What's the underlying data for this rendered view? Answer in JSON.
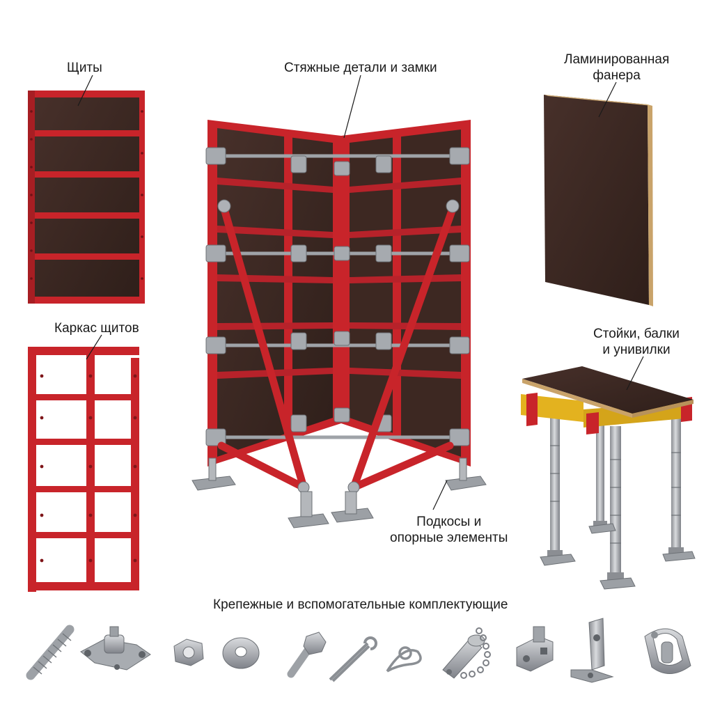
{
  "labels": {
    "panels": "Щиты",
    "ties": "Стяжные детали и замки",
    "plywood": {
      "line1": "Ламинированная",
      "line2": "фанера"
    },
    "frame": "Каркас щитов",
    "props": {
      "line1": "Стойки, балки",
      "line2": "и унивилки"
    },
    "braces": {
      "line1": "Подкосы и",
      "line2": "опорные элементы"
    },
    "fasteners": "Крепежные и вспомогательные комплектующие"
  },
  "colors": {
    "frame_red": "#c8242a",
    "frame_red_dark": "#8e1a1e",
    "plywood": "#3a2620",
    "plywood_edge": "#c9a36a",
    "steel": "#b9bcc0",
    "steel_dark": "#7d8086",
    "beam_yellow": "#e3b21f"
  },
  "icons": [
    "threaded-rod-icon",
    "wing-nut-plate-icon",
    "hex-nut-icon",
    "washer-icon",
    "bolt-icon",
    "cotter-pin-icon",
    "r-clip-icon",
    "pin-with-chain-icon",
    "tie-block-icon",
    "angle-bracket-icon",
    "shackle-icon"
  ]
}
